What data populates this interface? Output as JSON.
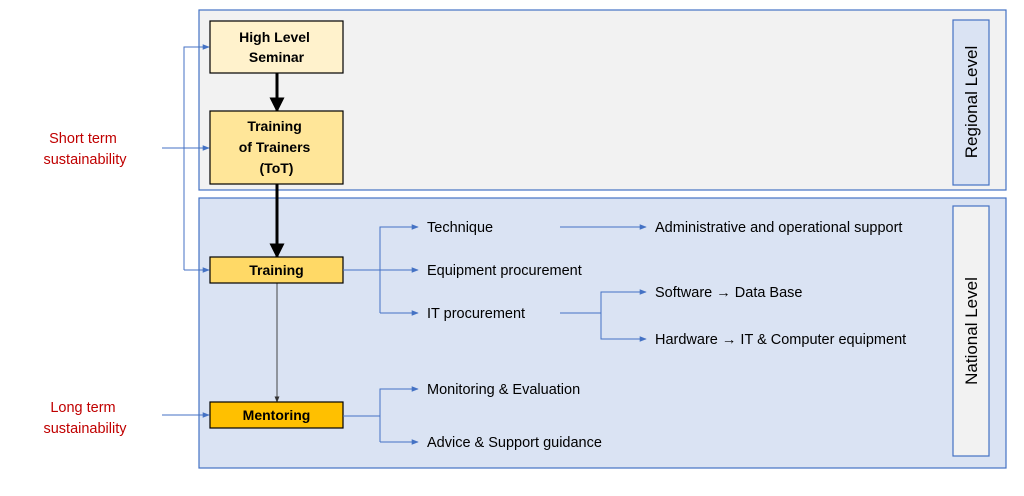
{
  "regions": {
    "regional_label": "Regional Level",
    "national_label": "National Level"
  },
  "side_labels": {
    "short_term": [
      "Short term",
      "sustainability"
    ],
    "long_term": [
      "Long term",
      "sustainability"
    ]
  },
  "boxes": {
    "seminar": [
      "High Level",
      "Seminar"
    ],
    "tot": [
      "Training",
      "of Trainers",
      "(ToT)"
    ],
    "training": [
      "Training"
    ],
    "mentoring": [
      "Mentoring"
    ]
  },
  "training_branches": {
    "technique": "Technique",
    "equipment": "Equipment procurement",
    "it": "IT procurement"
  },
  "technique_outcome": "Administrative and operational support",
  "it_outcomes": {
    "software": "Software → Data Base",
    "hardware": "Hardware → IT & Computer equipment"
  },
  "mentoring_branches": {
    "monitoring": "Monitoring & Evaluation",
    "advice": "Advice & Support guidance"
  },
  "colors": {
    "regional_bg": "#f2f2f2",
    "national_bg": "#dae3f3",
    "region_border": "#4472c4",
    "seminar_fill": "#fff2cc",
    "tot_fill": "#ffe699",
    "training_fill": "#ffd966",
    "mentoring_fill": "#ffc000",
    "connector": "#4472c4",
    "side_text": "#c00000"
  }
}
